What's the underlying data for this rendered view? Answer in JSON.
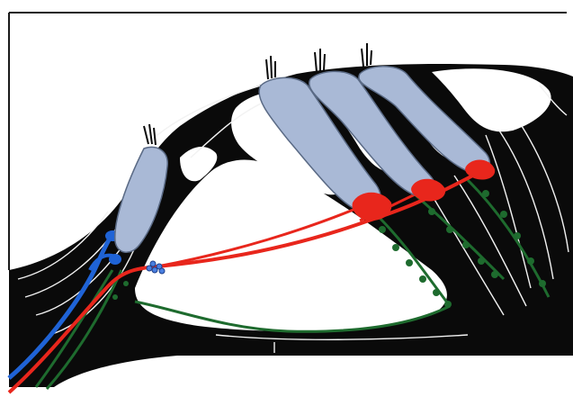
{
  "figure": {
    "title": "",
    "labels": [],
    "colors": {
      "background": "#ffffff",
      "frame": "#1a1a1a",
      "tissue": "#0a0a0a",
      "hair_cell": "#a9b9d6",
      "hair_cell_outline": "#5a6a85",
      "efferent_red": "#e8261c",
      "afferent_blue": "#1f63d6",
      "nerve_green": "#1e6b2e",
      "supporting_lines": "#f2f2f2"
    },
    "elements": {
      "inner_hair_cell": "inner-hair-cell",
      "outer_hair_cells": [
        "outer-hair-cell-1",
        "outer-hair-cell-2",
        "outer-hair-cell-3"
      ],
      "stereocilia": "stereocilia-bundle",
      "efferent_fiber": "red-efferent-fiber",
      "afferent_fiber": "blue-afferent-fiber",
      "spiral_fibers": "green-nerve-fibers"
    }
  }
}
